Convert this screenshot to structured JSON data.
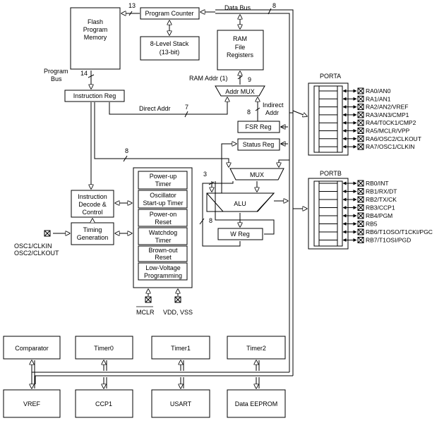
{
  "blocks": {
    "flash": [
      "Flash",
      "Program",
      "Memory"
    ],
    "program_counter": "Program Counter",
    "stack": [
      "8-Level Stack",
      "(13-bit)"
    ],
    "ram": [
      "RAM",
      "File",
      "Registers"
    ],
    "instruction_reg": "Instruction Reg",
    "addr_mux": "Addr MUX",
    "fsr_reg": "FSR Reg",
    "status_reg": "Status Reg",
    "mux": "MUX",
    "alu": "ALU",
    "w_reg": "W Reg",
    "instr_decode": [
      "Instruction",
      "Decode &",
      "Control"
    ],
    "timing": [
      "Timing",
      "Generation"
    ],
    "power_items": [
      [
        "Power-up",
        "Timer"
      ],
      [
        "Oscillator",
        "Start-up Timer"
      ],
      [
        "Power-on",
        "Reset"
      ],
      [
        "Watchdog",
        "Timer"
      ],
      [
        "Brown-out",
        "Reset"
      ],
      [
        "Low-Voltage",
        "Programming"
      ]
    ],
    "peripherals_top": [
      "Comparator",
      "Timer0",
      "Timer1",
      "Timer2"
    ],
    "peripherals_bottom": [
      "VREF",
      "CCP1",
      "USART",
      "Data EEPROM"
    ]
  },
  "labels": {
    "data_bus": "Data Bus",
    "program_bus": [
      "Program",
      "Bus"
    ],
    "ram_addr": "RAM Addr (1)",
    "direct_addr": "Direct Addr",
    "indirect_addr": [
      "Indirect",
      "Addr"
    ],
    "bus_13": "13",
    "bus_8_top": "8",
    "bus_14": "14",
    "bus_9": "9",
    "bus_7": "7",
    "bus_8_fsr": "8",
    "bus_8_mid": "8",
    "bus_3": "3",
    "bus_8_w": "8",
    "mclr": "MCLR",
    "vdd_vss": "VDD, VSS",
    "osc1": "OSC1/CLKIN",
    "osc2": "OSC2/CLKOUT"
  },
  "ports": {
    "porta": {
      "title": "PORTA",
      "pins": [
        "RA0/AN0",
        "RA1/AN1",
        "RA2/AN2/VREF",
        "RA3/AN3/CMP1",
        "RA4/T0CK1/CMP2",
        "RA5/MCLR/VPP",
        "RA6/OSC2/CLKOUT",
        "RA7/OSC1/CLKIN"
      ]
    },
    "portb": {
      "title": "PORTB",
      "pins": [
        "RB0/INT",
        "RB1/RX/DT",
        "RB2/TX/CK",
        "RB3/CCP1",
        "RB4/PGM",
        "RB5",
        "RB6/T1OSO/T1CKI/PGC",
        "RB7/T1OSI/PGD"
      ]
    }
  },
  "icons": {
    "pin": "pin-x-icon",
    "arrow": "arrow-icon"
  }
}
